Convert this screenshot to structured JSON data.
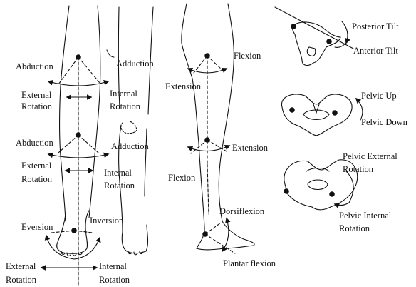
{
  "labels": {
    "hip_abduction_left": "Abduction",
    "hip_adduction_right": "Adduction",
    "hip_external_rotation": [
      "External",
      "Rotation"
    ],
    "hip_internal_rotation": [
      "Internal",
      "Rotation"
    ],
    "knee_abduction": "Abduction",
    "knee_adduction": "Adduction",
    "knee_external_rotation": [
      "External",
      "Rotation"
    ],
    "knee_internal_rotation": [
      "Internal",
      "Rotation"
    ],
    "foot_eversion": "Eversion",
    "foot_inversion": "Inversion",
    "foot_external_rotation": [
      "External",
      "Rotation"
    ],
    "foot_internal_rotation": [
      "Internal",
      "Rotation"
    ],
    "hip_flexion": "Flexion",
    "hip_extension": "Extension",
    "knee_extension": "Extension",
    "knee_flexion": "Flexion",
    "ankle_dorsiflexion": "Dorsiflexion",
    "ankle_plantar_flexion": "Plantar flexion",
    "pelvis_posterior_tilt": "Posterior Tilt",
    "pelvis_anterior_tilt": "Anterior Tilt",
    "pelvis_up": "Pelvic Up",
    "pelvis_down": "Pelvic Down",
    "pelvis_external_rotation": [
      "Pelvic External",
      "Rotation"
    ],
    "pelvis_internal_rotation": [
      "Pelvic Internal",
      "Rotation"
    ]
  },
  "colors": {
    "ink": "#111111",
    "background": "#ffffff"
  }
}
